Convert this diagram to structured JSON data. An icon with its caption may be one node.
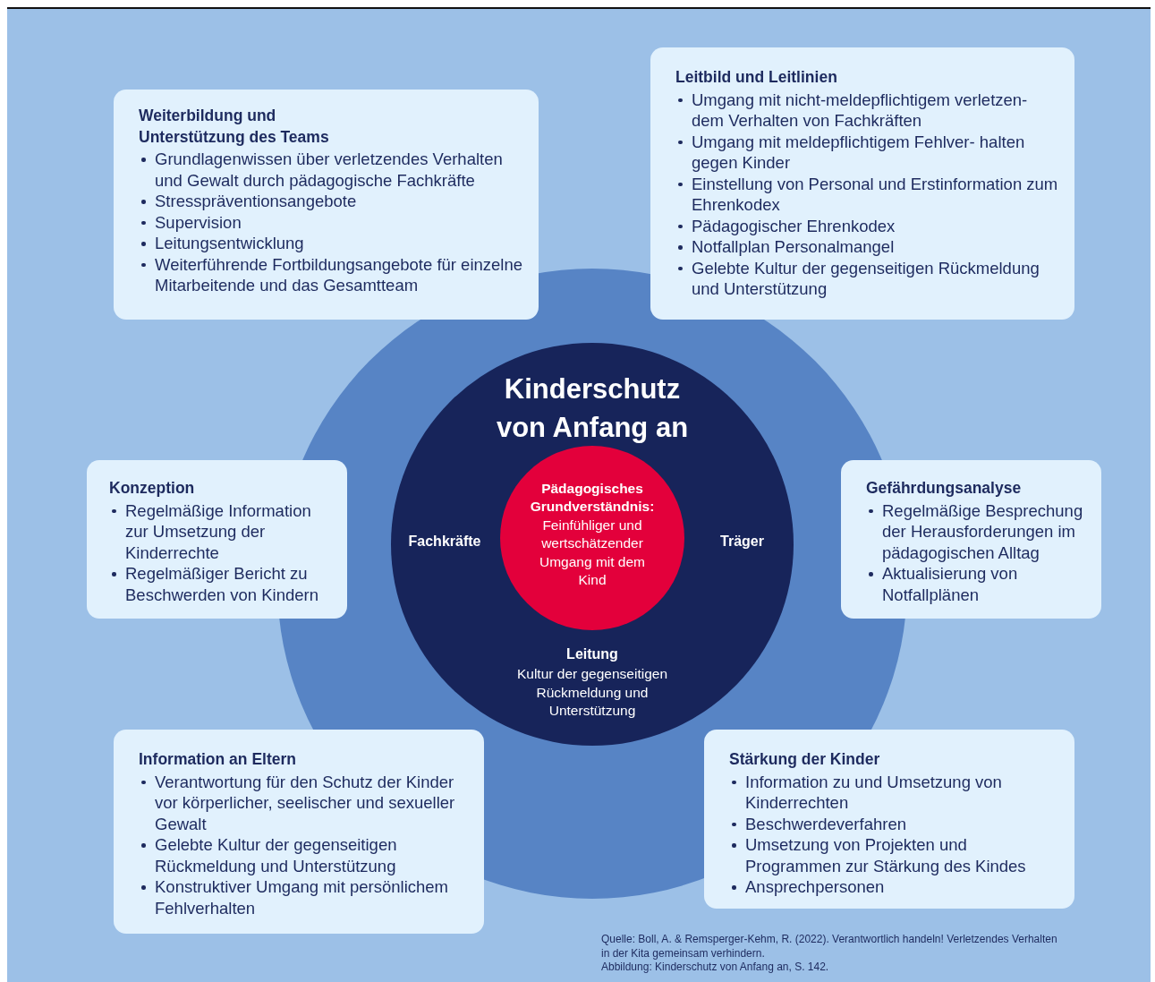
{
  "diagram": {
    "nodes": [
      {
        "text": [
          "Weiterbildung und Unterstützung des Teams",
          "Grundlagenwissen über verletzendes Verhalten und Gewalt durch pädagogische Fachkräfte",
          "Stresspräventionsangebote",
          "Supervision",
          "Leitungsentwicklung",
          "Weiterführende Fortbildungsangebote für einzelne Mitarbeitende und das Gesamtteam"
        ]
      },
      {
        "text": [
          "Leitbild und Leitlinien",
          "Umgang mit nicht-meldepflichtigem verletzen- dem Verhalten von Fachkräften",
          "Umgang mit meldepflichtigem Fehlver- halten gegen Kinder",
          "Einstellung von Personal und Erstinformation zum Ehrenkodex",
          "Pädagogischer Ehrenkodex",
          "Notfallplan Personalmangel",
          "Gelebte Kultur der gegenseitigen Rückmeldung und Unterstützung"
        ]
      },
      {
        "text": [
          "Konzeption",
          "Regelmäßige Information zur Umsetzung der Kinderrechte",
          "Regelmäßiger Bericht zu Beschwerden von Kindern"
        ]
      },
      {
        "text": [
          "Kinderschutz von Anfang an",
          "Fachkräfte",
          "Träger",
          "Leitung",
          "Kultur der gegenseitigen Rückmeldung und Unterstützung"
        ]
      },
      {
        "in": 3,
        "text": [
          "Pädagogisches Grundverständnis:",
          "Feinfühliger und wertschätzender Umgang mit dem Kind"
        ]
      },
      {
        "text": [
          "Gefährdungsanalyse",
          "Regelmäßige Besprechung der Herausforderungen im pädagogischen Alltag",
          "Aktualisierung von Notfallplänen"
        ]
      },
      {
        "text": [
          "Information an Eltern",
          "Verantwortung für den Schutz der Kinder vor körperlicher, seelischer und sexueller Gewalt",
          "Gelebte Kultur der gegenseitigen Rückmeldung und Unterstützung",
          "Konstruktiver Umgang mit persönlichem Fehlverhalten"
        ]
      },
      {
        "text": [
          "Stärkung der Kinder",
          "Information zu und Umsetzung von Kinderrechten",
          "Beschwerdeverfahren",
          "Umsetzung von Projekten und Programmen zur Stärkung des Kindes",
          "Ansprechpersonen"
        ]
      }
    ],
    "labels": [
      "Quelle: Boll, A. & Remsperger-Kehm, R. (2022). Verantwortlich handeln! Verletzendes Verhalten in der Kita gemeinsam verhindern.",
      "Abbildung: Kinderschutz von Anfang an, S. 142."
    ]
  }
}
